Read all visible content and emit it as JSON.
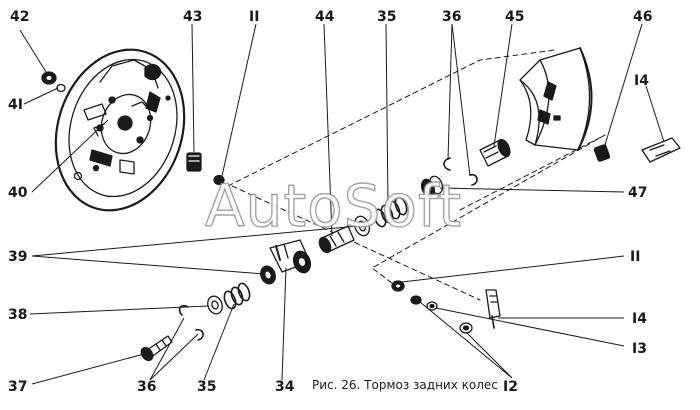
{
  "watermark": "AutoSoft",
  "caption": "Рис. 26. Тормоз задних колес",
  "labels": {
    "l42": "42",
    "l43": "43",
    "l11_top": "II",
    "l44": "44",
    "l35_top": "35",
    "l36_top": "36",
    "l45": "45",
    "l46": "46",
    "l41": "4I",
    "l14_top": "I4",
    "l40": "40",
    "l47": "47",
    "l39": "39",
    "l11_right": "II",
    "l38": "38",
    "l14_right": "I4",
    "l13": "I3",
    "l37": "37",
    "l36_bottom": "36",
    "l35_bottom": "35",
    "l34": "34",
    "l12": "I2"
  }
}
